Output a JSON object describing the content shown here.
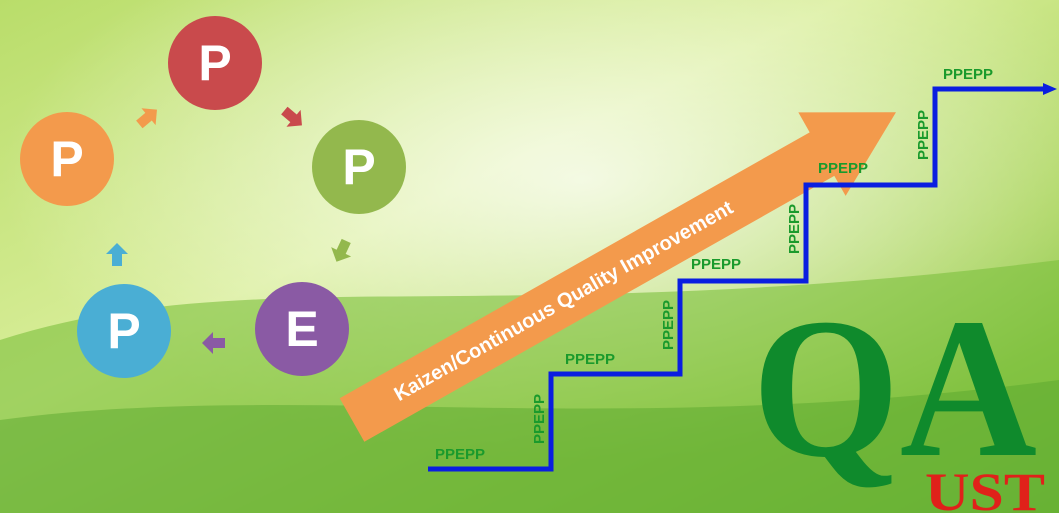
{
  "cycle": {
    "top": {
      "letter": "P",
      "color": "#c94a4c"
    },
    "right": {
      "letter": "P",
      "color": "#93b84d"
    },
    "bottom_right": {
      "letter": "E",
      "color": "#8a5aa4"
    },
    "bottom_left": {
      "letter": "P",
      "color": "#4aaed4"
    },
    "left": {
      "letter": "P",
      "color": "#f39a4c"
    }
  },
  "big_arrow": {
    "label": "Kaizen/Continuous Quality Improvement",
    "color": "#f39a4c"
  },
  "stairs": {
    "label": "PPEPP",
    "color": "#0a1ee0",
    "treads": [
      "PPEPP",
      "PPEPP",
      "PPEPP",
      "PPEPP",
      "PPEPP"
    ],
    "risers": [
      "PPEPP",
      "PPEPP",
      "PPEPP",
      "PPEPP"
    ]
  },
  "logo": {
    "main": "QA",
    "sub": "UST"
  }
}
